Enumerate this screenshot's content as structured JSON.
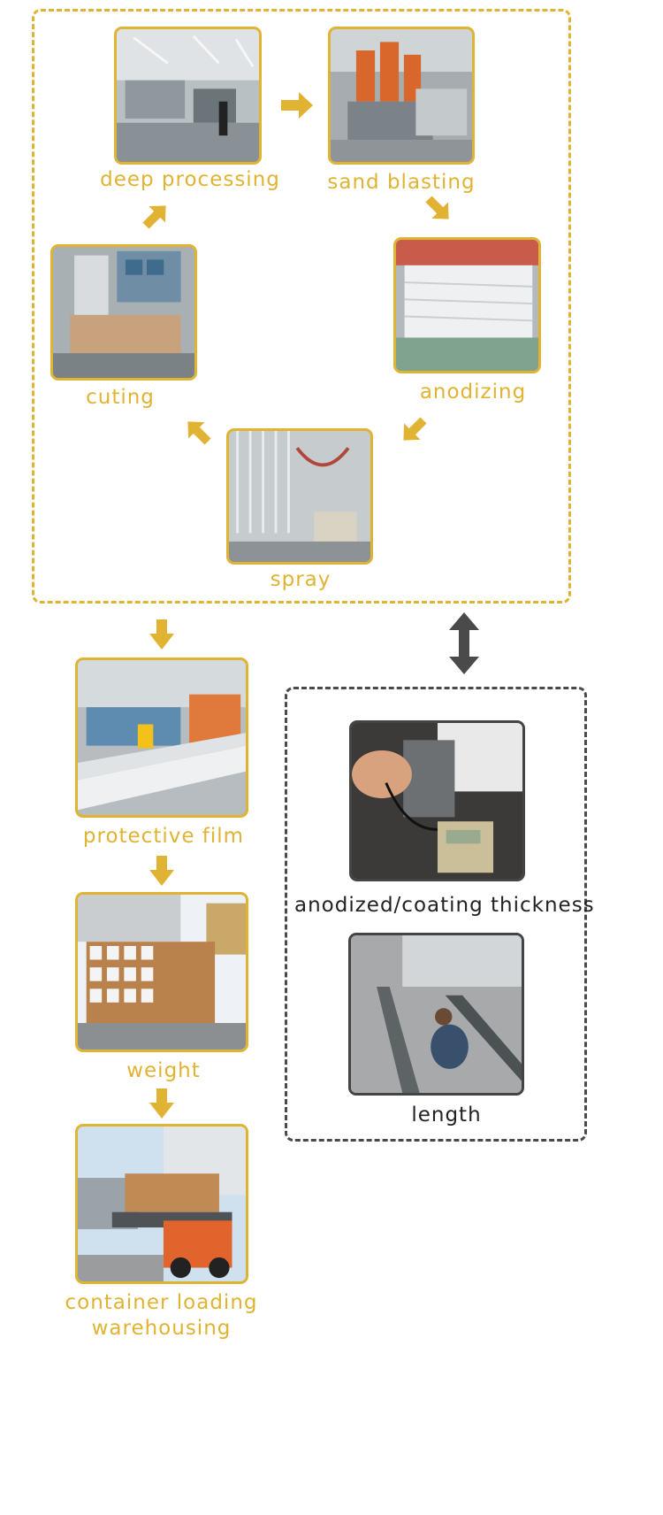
{
  "colors": {
    "accent": "#e0b332",
    "dark": "#444444"
  },
  "process_cycle": {
    "steps": [
      {
        "label": "deep processing"
      },
      {
        "label": "sand blasting"
      },
      {
        "label": "anodizing"
      },
      {
        "label": "spray"
      },
      {
        "label": "cuting"
      }
    ]
  },
  "packing_flow": {
    "steps": [
      {
        "label": "protective film"
      },
      {
        "label": "weight"
      },
      {
        "label": "container loading"
      }
    ],
    "final_line": "warehousing"
  },
  "inspection": {
    "items": [
      {
        "label": "anodized/coating thickness"
      },
      {
        "label": "length"
      }
    ]
  }
}
